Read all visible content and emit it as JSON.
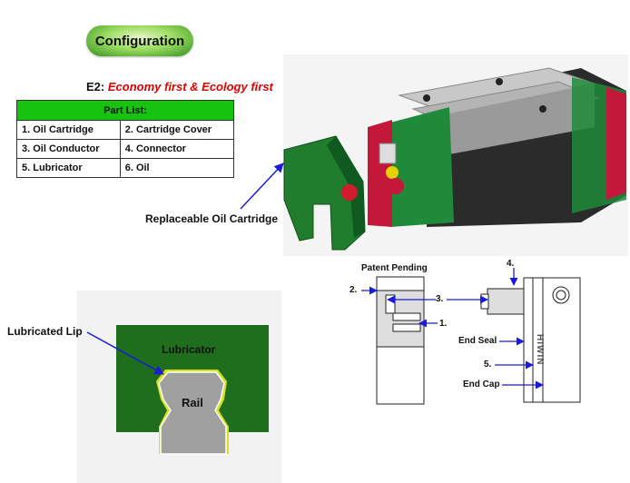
{
  "header": {
    "title": "Configuration"
  },
  "subtitle": {
    "code": "E2:",
    "text": "Economy first & Ecology first"
  },
  "part_list": {
    "heading": "Part List:",
    "rows": [
      [
        "1. Oil Cartridge",
        "2. Cartridge Cover"
      ],
      [
        "3. Oil Conductor",
        "4. Connector"
      ],
      [
        "5. Lubricator",
        "6. Oil"
      ]
    ]
  },
  "labels": {
    "replaceable": "Replaceable Oil Cartridge",
    "patent": "Patent Pending",
    "lubricated_lip": "Lubricated Lip",
    "lubricator": "Lubricator",
    "rail": "Rail",
    "end_seal": "End Seal",
    "end_cap": "End Cap",
    "brand": "HIWIN"
  },
  "callouts": {
    "n1": "1.",
    "n2": "2.",
    "n3": "3.",
    "n4": "4.",
    "n5": "5."
  },
  "colors": {
    "accent_red": "#e00000",
    "table_green": "#16c40f",
    "lubricator_green": "#1e6e1e",
    "arrow_blue": "#1a1adf"
  }
}
